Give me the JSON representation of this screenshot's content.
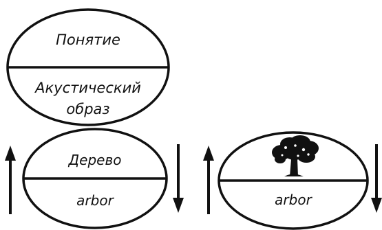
{
  "diagram": {
    "sign_model": {
      "concept": "Понятие",
      "acoustic_image_line1": "Акустический",
      "acoustic_image_line2": "образ"
    },
    "example_text": {
      "top": "Дерево",
      "bottom": "arbor"
    },
    "example_picture": {
      "top_icon": "tree-icon",
      "bottom": "arbor"
    },
    "arrows": {
      "left_pair": [
        "up",
        "down"
      ],
      "right_pair": [
        "up",
        "down"
      ]
    },
    "colors": {
      "ink": "#111111",
      "paper": "#ffffff"
    }
  }
}
